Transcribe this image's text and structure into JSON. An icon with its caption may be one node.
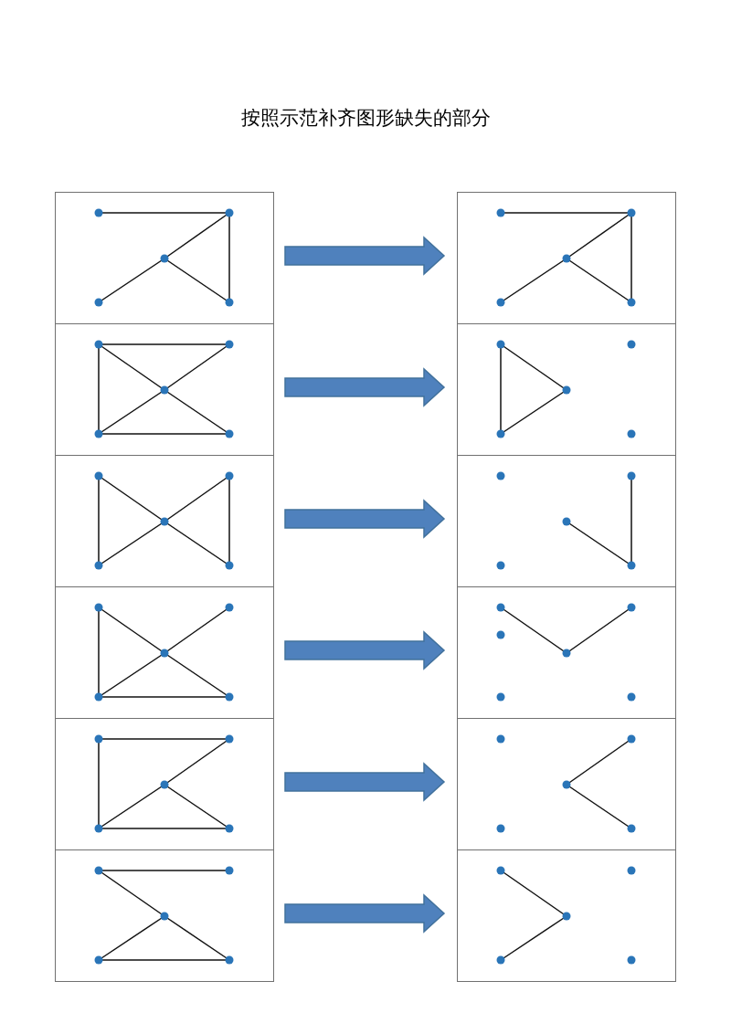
{
  "diagram": {
    "title": "按照示范补齐图形缺失的部分",
    "nodes": [
      {
        "text": [],
        "shape": "box"
      },
      {
        "text": [],
        "shape": "box"
      },
      {
        "text": [],
        "shape": "box"
      },
      {
        "text": [],
        "shape": "box"
      },
      {
        "text": [],
        "shape": "box"
      },
      {
        "text": [],
        "shape": "box"
      },
      {
        "text": [],
        "shape": "box"
      },
      {
        "text": [],
        "shape": "box"
      },
      {
        "text": [],
        "shape": "box"
      },
      {
        "text": [],
        "shape": "box"
      },
      {
        "text": [],
        "shape": "box"
      },
      {
        "text": [],
        "shape": "box"
      }
    ],
    "edges": [
      {
        "from": 0,
        "to": 1,
        "arrow": "to",
        "style": "thick"
      },
      {
        "from": 2,
        "to": 3,
        "arrow": "to",
        "style": "thick"
      },
      {
        "from": 4,
        "to": 5,
        "arrow": "to",
        "style": "thick"
      },
      {
        "from": 6,
        "to": 7,
        "arrow": "to",
        "style": "thick"
      },
      {
        "from": 8,
        "to": 9,
        "arrow": "to",
        "style": "thick"
      },
      {
        "from": 10,
        "to": 11,
        "arrow": "to",
        "style": "thick"
      }
    ]
  }
}
